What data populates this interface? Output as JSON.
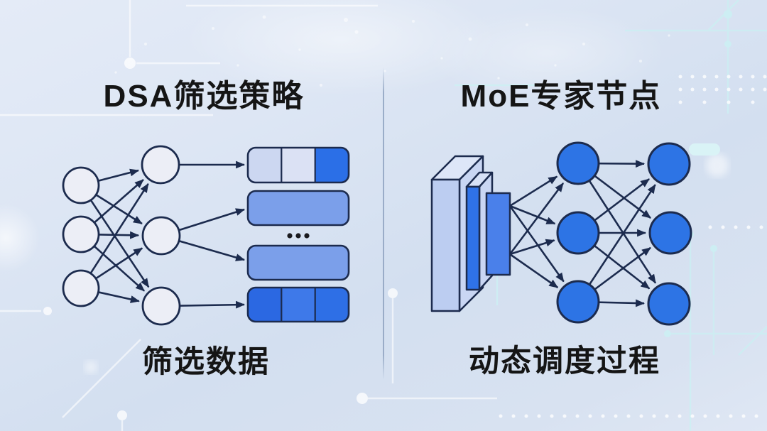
{
  "left_panel": {
    "title": "DSA筛选策略",
    "caption": "筛选数据",
    "input_node_count": 3,
    "selector_node_count": 3,
    "data_row_count": 4,
    "ellipsis_dot_count": 3
  },
  "right_panel": {
    "title": "MoE专家节点",
    "caption": "动态调度过程",
    "layer_slab_count": 3,
    "expert_node_count": 3,
    "output_node_count": 3
  },
  "colors": {
    "ink": "#1c2b4e",
    "text": "#151515",
    "node_light": "#eceef6",
    "node_blue": "#2d74e5",
    "row_solid": "#7b9fea",
    "seg_light_1": "#ccd7f1",
    "seg_light_2": "#dbe1f4",
    "seg_dark": "#2b6fe7",
    "seg_dark_a": "#2b68e2",
    "seg_dark_b": "#3e79e9",
    "seg_dark_c": "#2e6fe6",
    "slab_light_front": "#bccdf1",
    "slab_light_top": "#dde6f8",
    "slab_light_side": "#c9d6f3",
    "slab_blue_front": "#2f72e7",
    "slab_blue_top": "#d7e1f6",
    "slab_blue3": "#4a80ea",
    "divider": "#8fa3c0",
    "circuit_cyan": "#cdeef3",
    "dot_dark": "#1a1a1f"
  }
}
